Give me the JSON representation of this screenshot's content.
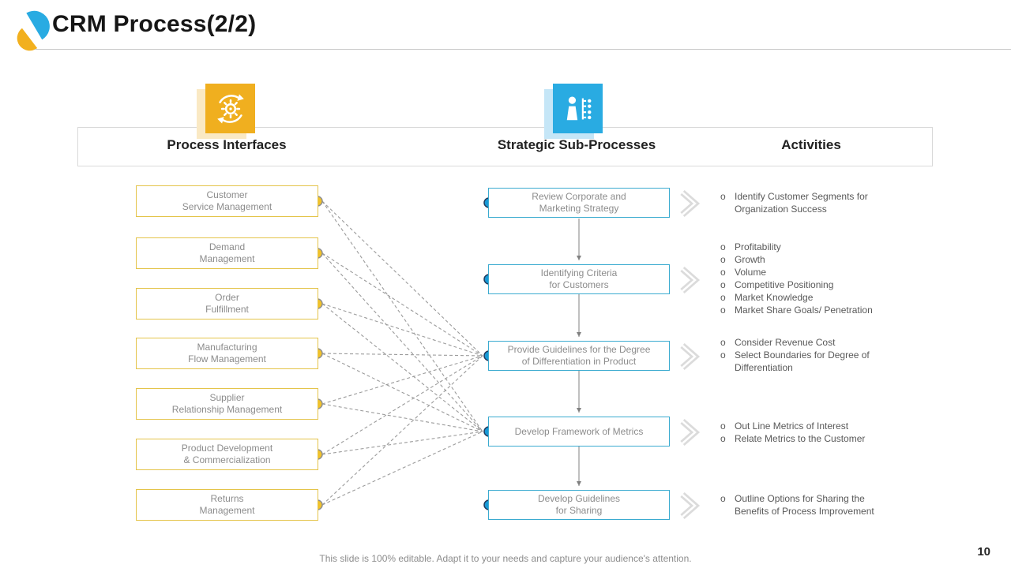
{
  "slide": {
    "title": "CRM Process(2/2)",
    "page_number": "10",
    "footer": "This slide is 100% editable. Adapt it to your needs and capture your audience's attention."
  },
  "columns": {
    "process_interfaces": "Process Interfaces",
    "strategic_sub_processes": "Strategic Sub-Processes",
    "activities": "Activities"
  },
  "bullet_char": "o",
  "interfaces": [
    {
      "line1": "Customer",
      "line2": "Service Management"
    },
    {
      "line1": "Demand",
      "line2": "Management"
    },
    {
      "line1": "Order",
      "line2": "Fulfillment"
    },
    {
      "line1": "Manufacturing",
      "line2": "Flow Management"
    },
    {
      "line1": "Supplier",
      "line2": "Relationship Management"
    },
    {
      "line1": "Product Development",
      "line2": "& Commercialization"
    },
    {
      "line1": "Returns",
      "line2": "Management"
    }
  ],
  "subprocesses": [
    {
      "line1": "Review Corporate and",
      "line2": "Marketing Strategy"
    },
    {
      "line1": "Identifying Criteria",
      "line2": "for Customers"
    },
    {
      "line1": "Provide Guidelines for the Degree",
      "line2": "of Differentiation in Product"
    },
    {
      "line1": "Develop Framework of Metrics",
      "line2": ""
    },
    {
      "line1": "Develop Guidelines",
      "line2": "for Sharing"
    }
  ],
  "activities": [
    {
      "items": [
        "Identify Customer Segments for Organization Success"
      ]
    },
    {
      "items": [
        "Profitability",
        "Growth",
        "Volume",
        "Competitive Positioning",
        "Market Knowledge",
        "Market Share Goals/ Penetration"
      ]
    },
    {
      "items": [
        "Consider Revenue Cost",
        "Select Boundaries for Degree of Differentiation"
      ]
    },
    {
      "items": [
        "Out Line Metrics of Interest",
        "Relate Metrics to the Customer"
      ]
    },
    {
      "items": [
        "Outline Options for Sharing the Benefits of Process Improvement"
      ]
    }
  ],
  "connections": [
    {
      "from": 0,
      "to": 2
    },
    {
      "from": 0,
      "to": 3
    },
    {
      "from": 1,
      "to": 2
    },
    {
      "from": 1,
      "to": 3
    },
    {
      "from": 2,
      "to": 2
    },
    {
      "from": 2,
      "to": 3
    },
    {
      "from": 3,
      "to": 2
    },
    {
      "from": 3,
      "to": 3
    },
    {
      "from": 4,
      "to": 2
    },
    {
      "from": 4,
      "to": 3
    },
    {
      "from": 5,
      "to": 2
    },
    {
      "from": 5,
      "to": 3
    },
    {
      "from": 6,
      "to": 2
    },
    {
      "from": 6,
      "to": 3
    }
  ],
  "colors": {
    "gold_icon": "#f0af1f",
    "blue_icon": "#29abe2",
    "gold_box_border": "#e4c44a",
    "cyan_box_border": "#3babd0",
    "yellow_dot": "#f2c229",
    "blue_dot": "#1899d6",
    "connector_gray": "#9b9b9b",
    "chevron_gray": "#dbdbdb"
  }
}
